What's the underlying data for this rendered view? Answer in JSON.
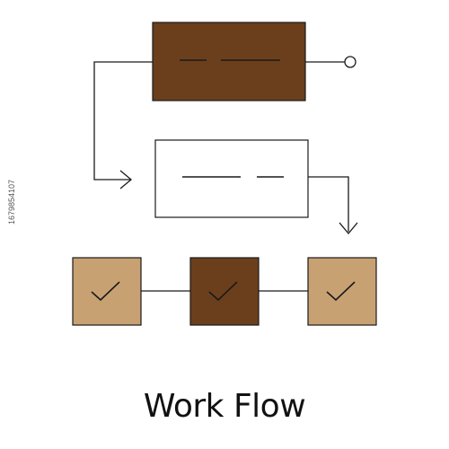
{
  "caption": "Work Flow",
  "watermark_id": "1679854107",
  "colors": {
    "dark_brown": "#6b3f1c",
    "light_brown": "#c8a173",
    "white": "#ffffff",
    "stroke": "#1a1a1a"
  },
  "icons": {
    "top_block": "dash-lines-icon",
    "middle_block": "dash-lines-icon",
    "tasks": "checkmark-icon",
    "output_node": "circle-endpoint-icon"
  },
  "tasks": [
    {
      "fill": "light_brown"
    },
    {
      "fill": "dark_brown"
    },
    {
      "fill": "light_brown"
    }
  ]
}
